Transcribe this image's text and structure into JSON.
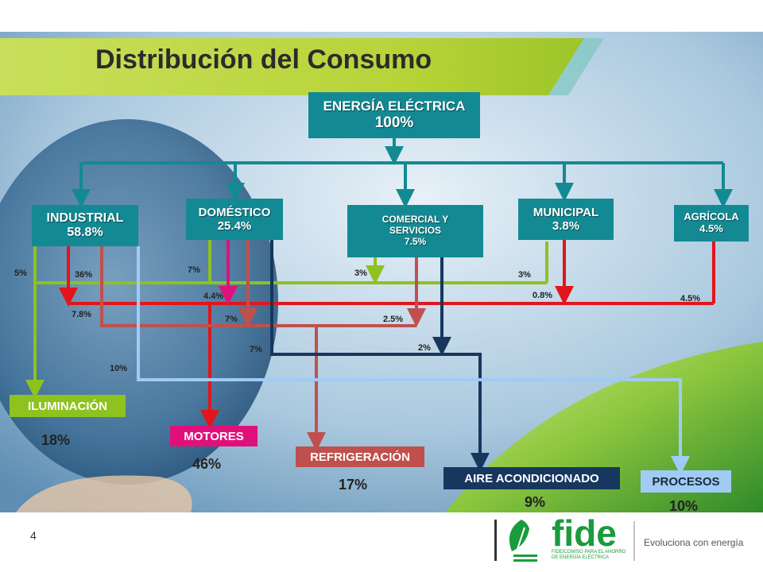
{
  "title": "Distribución del  Consumo",
  "page_number": "4",
  "source": {
    "line1": "ENERGÍA ELÉCTRICA",
    "line2": "100%"
  },
  "sectors": {
    "industrial": {
      "name": "INDUSTRIAL",
      "pct": "58.8%"
    },
    "domestico": {
      "name": "DOMÉSTICO",
      "pct": "25.4%"
    },
    "comercial": {
      "name1": "COMERCIAL Y",
      "name2": "SERVICIOS",
      "pct": "7.5%"
    },
    "municipal": {
      "name": "MUNICIPAL",
      "pct": "3.8%"
    },
    "agricola": {
      "name": "AGRÍCOLA",
      "pct": "4.5%"
    }
  },
  "flow_labels": {
    "ind_ilum": "5%",
    "ind_mot": "36%",
    "ind_mot2": "7.8%",
    "ind_proc": "10%",
    "dom_ilum": "7%",
    "dom_mot": "4.4%",
    "dom_ref": "7%",
    "dom_aire": "7%",
    "com_ilum": "3%",
    "com_ref": "2.5%",
    "com_aire": "2%",
    "mun_ilum": "3%",
    "mun_mot": "0.8%",
    "agr_mot": "4.5%"
  },
  "destinations": {
    "iluminacion": {
      "name": "ILUMINACIÓN",
      "pct": "18%"
    },
    "motores": {
      "name": "MOTORES",
      "pct": "46%"
    },
    "refrigeracion": {
      "name": "REFRIGERACIÓN",
      "pct": "17%"
    },
    "aire": {
      "name": "AIRE ACONDICIONADO",
      "pct": "9%"
    },
    "procesos": {
      "name": "PROCESOS",
      "pct": "10%"
    }
  },
  "logo": {
    "name": "fide",
    "subtitle": "FIDEICOMISO PARA EL AHORRO DE ENERGÍA ELÉCTRICA",
    "tagline": "Evoluciona con energía"
  },
  "colors": {
    "teal": "#138a93",
    "green": "#8dc21f",
    "red": "#e3141c",
    "rose": "#c0504d",
    "navy": "#17375e",
    "lightblue": "#9fcbf5",
    "magenta": "#e0107a"
  }
}
